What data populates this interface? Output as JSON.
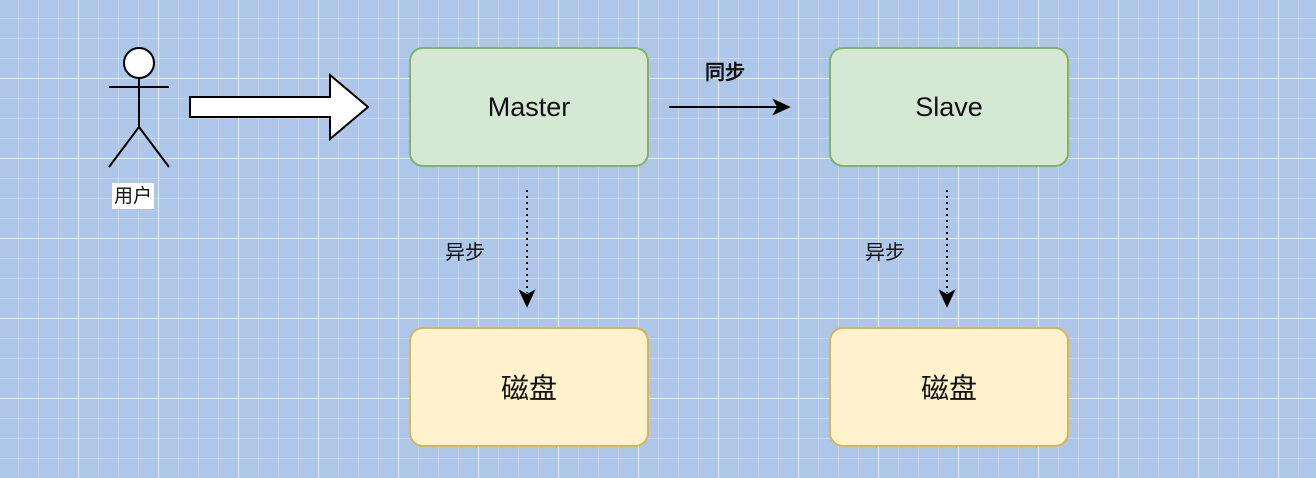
{
  "diagram": {
    "actor": {
      "label": "用户",
      "icon": "person-icon"
    },
    "nodes": {
      "master": {
        "label": "Master",
        "fill": "#d5e8d4",
        "stroke": "#82b366"
      },
      "slave": {
        "label": "Slave",
        "fill": "#d5e8d4",
        "stroke": "#82b366"
      },
      "disk_master": {
        "label": "磁盘",
        "fill": "#fff2cc",
        "stroke": "#d6b656"
      },
      "disk_slave": {
        "label": "磁盘",
        "fill": "#fff2cc",
        "stroke": "#d6b656"
      }
    },
    "edges": {
      "master_to_slave": {
        "label": "同步",
        "style": "solid"
      },
      "master_to_disk": {
        "label": "异步",
        "style": "dotted"
      },
      "slave_to_disk": {
        "label": "异步",
        "style": "dotted"
      },
      "user_to_master": {
        "style": "block-arrow"
      }
    }
  }
}
